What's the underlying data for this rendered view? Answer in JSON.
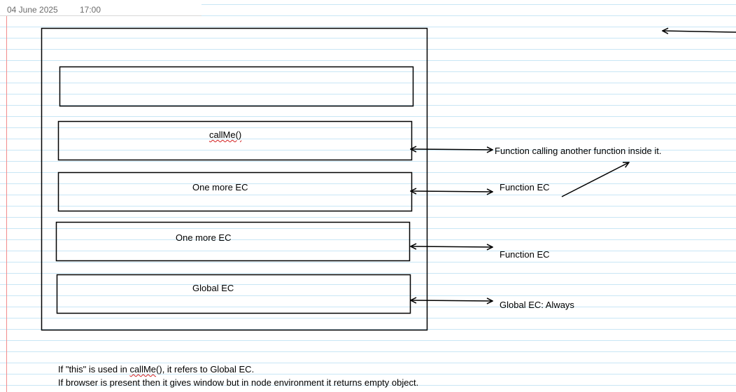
{
  "header": {
    "date": "04 June 2025",
    "time": "17:00"
  },
  "stack": {
    "top_box_label": "",
    "frames": [
      {
        "label": "callMe()",
        "annotation": "Function calling another function inside it."
      },
      {
        "label": "One more EC",
        "annotation": "Function EC"
      },
      {
        "label": "One more EC",
        "annotation": "Function EC"
      },
      {
        "label": "Global EC",
        "annotation": "Global EC: Always"
      }
    ]
  },
  "notes": {
    "line1_prefix": "If \"this\" is used in ",
    "line1_term": "callMe",
    "line1_suffix": "(), it refers to Global EC.",
    "line2": "If browser is present then it gives window but in node environment it returns empty object."
  },
  "colors": {
    "ruled_line": "#c8e6f5",
    "margin_line": "#f28b8b",
    "ink": "#000000",
    "spell_mark": "#d21f1f"
  }
}
